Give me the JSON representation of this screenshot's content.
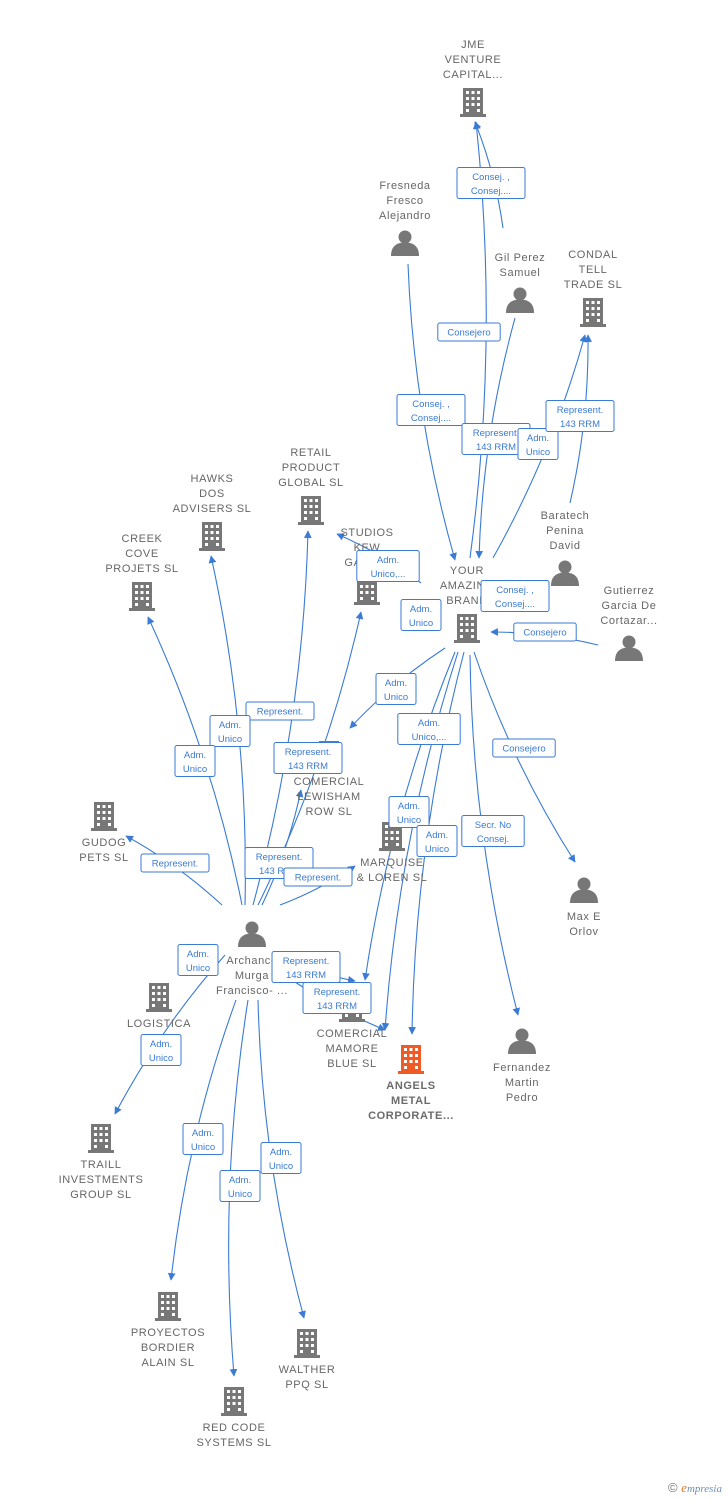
{
  "colors": {
    "edge": "#3a7bd5",
    "node": "#777777",
    "focus": "#f05a24",
    "label": "#666666"
  },
  "nodes": [
    {
      "id": "jme",
      "type": "company",
      "lines": [
        "JME",
        "VENTURE",
        "CAPITAL..."
      ]
    },
    {
      "id": "fresneda",
      "type": "person",
      "lines": [
        "Fresneda",
        "Fresco",
        "Alejandro"
      ]
    },
    {
      "id": "gil",
      "type": "person",
      "lines": [
        "Gil Perez",
        "Samuel"
      ]
    },
    {
      "id": "condal",
      "type": "company",
      "lines": [
        "CONDAL",
        "TELL",
        "TRADE  SL"
      ]
    },
    {
      "id": "baratech",
      "type": "person",
      "lines": [
        "Baratech",
        "Penina",
        "David"
      ]
    },
    {
      "id": "gutierrez",
      "type": "person",
      "lines": [
        "Gutierrez",
        "Garcia De",
        "Cortazar..."
      ]
    },
    {
      "id": "your",
      "type": "company",
      "lines": [
        "YOUR",
        "AMAZING",
        "BRAND"
      ]
    },
    {
      "id": "retail",
      "type": "company",
      "lines": [
        "RETAIL",
        "PRODUCT",
        "GLOBAL  SL"
      ]
    },
    {
      "id": "hawks",
      "type": "company",
      "lines": [
        "HAWKS",
        "DOS",
        "ADVISERS  SL"
      ]
    },
    {
      "id": "studios",
      "type": "company",
      "lines": [
        "STUDIOS",
        "KEW",
        "GARD..."
      ]
    },
    {
      "id": "creek",
      "type": "company",
      "lines": [
        "CREEK",
        "COVE",
        "PROJETS  SL"
      ]
    },
    {
      "id": "lewisham",
      "type": "company",
      "lines": [
        "COMERCIAL",
        "LEWISHAM",
        "ROW  SL"
      ]
    },
    {
      "id": "gudog",
      "type": "company",
      "lines": [
        "GUDOG",
        "PETS SL"
      ]
    },
    {
      "id": "marquise",
      "type": "company",
      "lines": [
        "MARQUISE",
        "& LOREN  SL"
      ]
    },
    {
      "id": "max",
      "type": "person",
      "lines": [
        "Max E",
        "Orlov"
      ]
    },
    {
      "id": "archanco",
      "type": "person",
      "lines": [
        "Archanco",
        "Murga",
        "Francisco- ..."
      ]
    },
    {
      "id": "logistica",
      "type": "company",
      "lines": [
        "LOGISTICA",
        "R...",
        "P..."
      ]
    },
    {
      "id": "mamore",
      "type": "company",
      "lines": [
        "COMERCIAL",
        "MAMORE",
        "BLUE  SL"
      ]
    },
    {
      "id": "angels",
      "type": "focus",
      "lines": [
        "ANGELS",
        "METAL",
        "CORPORATE..."
      ]
    },
    {
      "id": "fernandez",
      "type": "person",
      "lines": [
        "Fernandez",
        "Martin",
        "Pedro"
      ]
    },
    {
      "id": "traill",
      "type": "company",
      "lines": [
        "TRAILL",
        "INVESTMENTS",
        "GROUP  SL"
      ]
    },
    {
      "id": "proyectos",
      "type": "company",
      "lines": [
        "PROYECTOS",
        "BORDIER",
        "ALAIN  SL"
      ]
    },
    {
      "id": "walther",
      "type": "company",
      "lines": [
        "WALTHER",
        "PPQ  SL"
      ]
    },
    {
      "id": "redcode",
      "type": "company",
      "lines": [
        "RED CODE",
        "SYSTEMS  SL"
      ]
    }
  ],
  "edge_labels": [
    {
      "id": "l1",
      "lines": [
        "Consej. ,",
        "Consej...."
      ]
    },
    {
      "id": "l2",
      "lines": [
        "Consejero"
      ]
    },
    {
      "id": "l3",
      "lines": [
        "Consej. ,",
        "Consej...."
      ]
    },
    {
      "id": "l4",
      "lines": [
        "Represent.",
        "143 RRM"
      ]
    },
    {
      "id": "l5",
      "lines": [
        "Adm.",
        "Unico"
      ]
    },
    {
      "id": "l6",
      "lines": [
        "Represent.",
        "143 RRM"
      ]
    },
    {
      "id": "l7",
      "lines": [
        "Adm.",
        "Unico,..."
      ]
    },
    {
      "id": "l8",
      "lines": [
        "Consej. ,",
        "Consej...."
      ]
    },
    {
      "id": "l9",
      "lines": [
        "Adm.",
        "Unico"
      ]
    },
    {
      "id": "l10",
      "lines": [
        "Consejero"
      ]
    },
    {
      "id": "l11",
      "lines": [
        "Adm.",
        "Unico"
      ]
    },
    {
      "id": "l12",
      "lines": [
        "Adm.",
        "Unico,..."
      ]
    },
    {
      "id": "l13",
      "lines": [
        "Consejero"
      ]
    },
    {
      "id": "l14",
      "lines": [
        "Represent."
      ]
    },
    {
      "id": "l15",
      "lines": [
        "Adm.",
        "Unico"
      ]
    },
    {
      "id": "l16",
      "lines": [
        "Represent.",
        "143 RRM"
      ]
    },
    {
      "id": "l17",
      "lines": [
        "Adm.",
        "Unico"
      ]
    },
    {
      "id": "l18",
      "lines": [
        "Adm.",
        "Unico"
      ]
    },
    {
      "id": "l19",
      "lines": [
        "Adm.",
        "Unico"
      ]
    },
    {
      "id": "l20",
      "lines": [
        "Secr.  No",
        "Consej."
      ]
    },
    {
      "id": "l21",
      "lines": [
        "Represent."
      ]
    },
    {
      "id": "l22",
      "lines": [
        "Represent.",
        "143 RRM"
      ]
    },
    {
      "id": "l23",
      "lines": [
        "Represent."
      ]
    },
    {
      "id": "l24",
      "lines": [
        "Adm.",
        "Unico"
      ]
    },
    {
      "id": "l25",
      "lines": [
        "Represent.",
        "143 RRM"
      ]
    },
    {
      "id": "l26",
      "lines": [
        "Represent.",
        "143 RRM"
      ]
    },
    {
      "id": "l27",
      "lines": [
        "Adm.",
        "Unico"
      ]
    },
    {
      "id": "l28",
      "lines": [
        "Adm.",
        "Unico"
      ]
    },
    {
      "id": "l29",
      "lines": [
        "Adm.",
        "Unico"
      ]
    },
    {
      "id": "l30",
      "lines": [
        "Adm.",
        "Unico"
      ]
    }
  ],
  "footer": {
    "copyright": "©",
    "brand_initial": "e",
    "brand_rest": "mpresia"
  }
}
